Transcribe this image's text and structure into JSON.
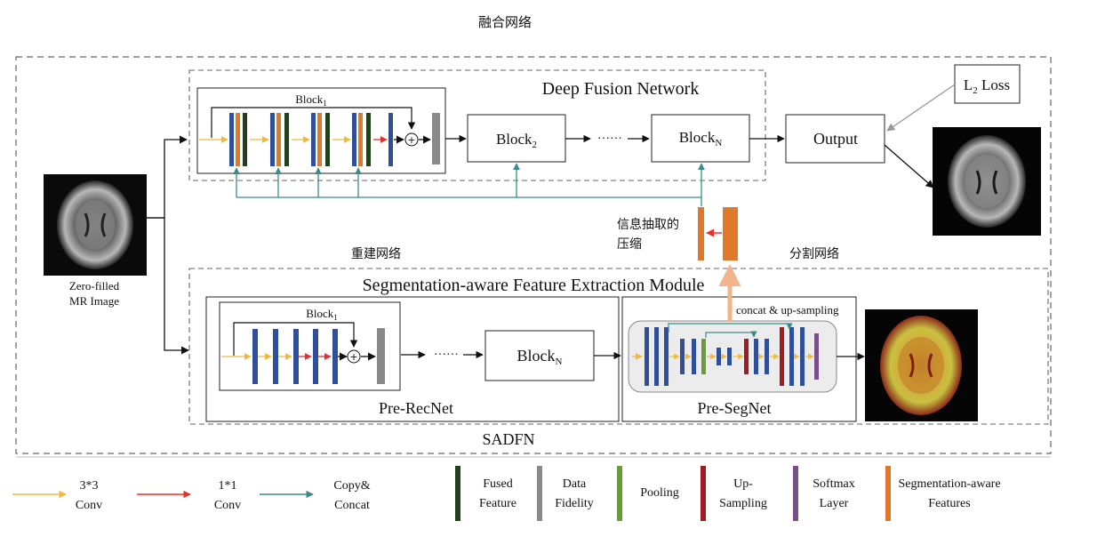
{
  "title": "融合网络",
  "input_label_line1": "Zero-filled",
  "input_label_line2": "MR Image",
  "dfn_title": "Deep Fusion Network",
  "dfn_block1_label": "Block",
  "dfn_block1_sub": "1",
  "dfn_block2_label": "Block",
  "dfn_block2_sub": "2",
  "dfn_blockN_label": "Block",
  "dfn_blockN_sub": "N",
  "dots": "······",
  "output_label": "Output",
  "loss_label": "L",
  "loss_sub": "2",
  "loss_suffix": " Loss",
  "compress_line1": "信息抽取的",
  "compress_line2": "压缩",
  "recon_cn": "重建网络",
  "seg_cn": "分割网络",
  "sfem_title": "Segmentation-aware Feature Extraction Module",
  "prerec_title": "Pre-RecNet",
  "prerec_block1_label": "Block",
  "prerec_block1_sub": "1",
  "prerec_blockN_label": "Block",
  "prerec_blockN_sub": "N",
  "preseg_title": "Pre-SegNet",
  "concat_label": "concat & up-sampling",
  "sadfn_label": "SADFN",
  "colors": {
    "conv_blue": "#2f4f9a",
    "fused_green": "#23401c",
    "fidelity_gray": "#8a8a8a",
    "pool_green": "#6b9c3a",
    "upsample_red": "#a01c22",
    "softmax_purple": "#7a4e8a",
    "seg_orange": "#e07a2a",
    "arrow_yellow": "#f0b93a",
    "arrow_red": "#e8302a",
    "arrow_teal": "#3c8a8a",
    "up_arrow_peach": "#f2b48a"
  },
  "legend": [
    {
      "line1": "3*3",
      "line2": "Conv",
      "type": "arrow",
      "color": "#f0b93a"
    },
    {
      "line1": "1*1",
      "line2": "Conv",
      "type": "arrow",
      "color": "#e8302a"
    },
    {
      "line1": "Copy&",
      "line2": "Concat",
      "type": "arrow",
      "color": "#3c8a8a"
    },
    {
      "line1": "Fused",
      "line2": "Feature",
      "type": "bar",
      "color": "#23401c"
    },
    {
      "line1": "Data",
      "line2": "Fidelity",
      "type": "bar",
      "color": "#8a8a8a"
    },
    {
      "line1": "Pooling",
      "line2": "",
      "type": "bar",
      "color": "#6b9c3a"
    },
    {
      "line1": "Up-",
      "line2": "Sampling",
      "type": "bar",
      "color": "#a01c22"
    },
    {
      "line1": "Softmax",
      "line2": "Layer",
      "type": "bar",
      "color": "#7a4e8a"
    },
    {
      "line1": "Segmentation-aware",
      "line2": "Features",
      "type": "bar",
      "color": "#e07a2a"
    }
  ]
}
